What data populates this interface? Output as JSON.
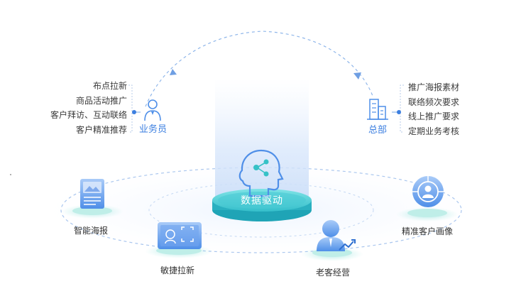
{
  "hub": {
    "label": "数据驱动",
    "icon": "head-share-icon"
  },
  "left": {
    "role": "业务员",
    "icon": "salesperson-icon",
    "items": [
      "布点拉新",
      "商品活动推广",
      "客户拜访、互动联络",
      "客户精准推荐"
    ]
  },
  "right": {
    "role": "总部",
    "icon": "headquarters-building-icon",
    "items": [
      "推广海报素材",
      "联络频次要求",
      "线上推广要求",
      "定期业务考核"
    ]
  },
  "nodes": [
    {
      "label": "智能海报",
      "icon": "poster-icon"
    },
    {
      "label": "敏捷拉新",
      "icon": "id-scan-card-icon"
    },
    {
      "label": "老客经营",
      "icon": "customer-growth-icon"
    },
    {
      "label": "精准客户画像",
      "icon": "target-portrait-icon"
    }
  ],
  "colors": {
    "accent": "#3c7fe0",
    "teal": "#36c2c7",
    "hub": "#2eb7c5",
    "dash": "#8fb6ea"
  }
}
